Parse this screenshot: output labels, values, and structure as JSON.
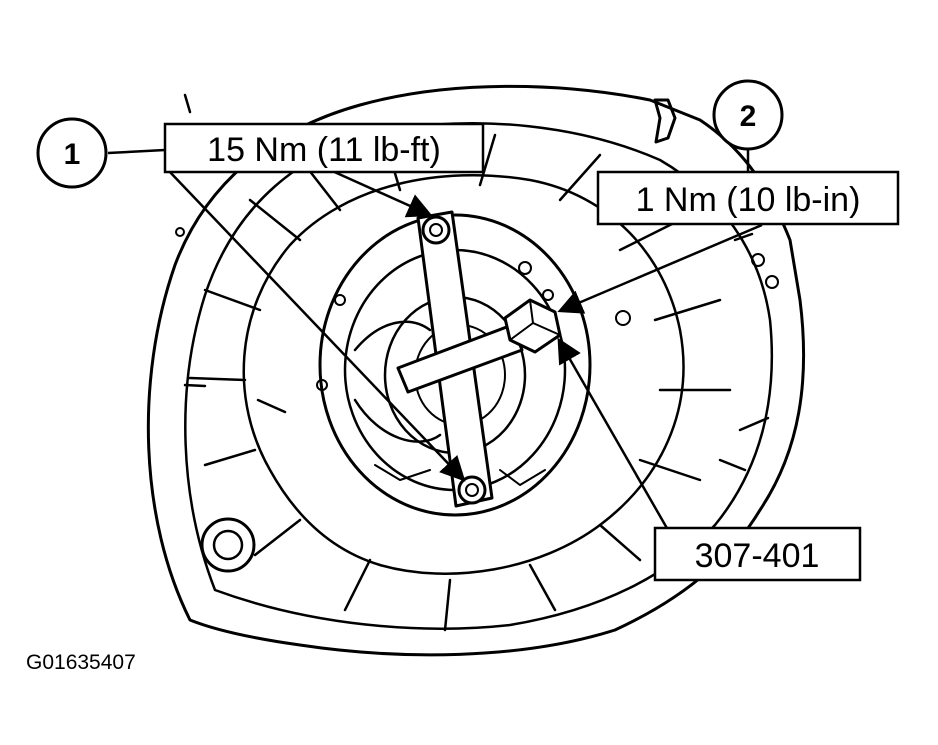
{
  "callouts": [
    {
      "number": "1",
      "label": "15 Nm (11 lb-ft)"
    },
    {
      "number": "2",
      "label": "1 Nm (10 lb-in)"
    }
  ],
  "tool_label": "307-401",
  "figure_id": "G01635407"
}
